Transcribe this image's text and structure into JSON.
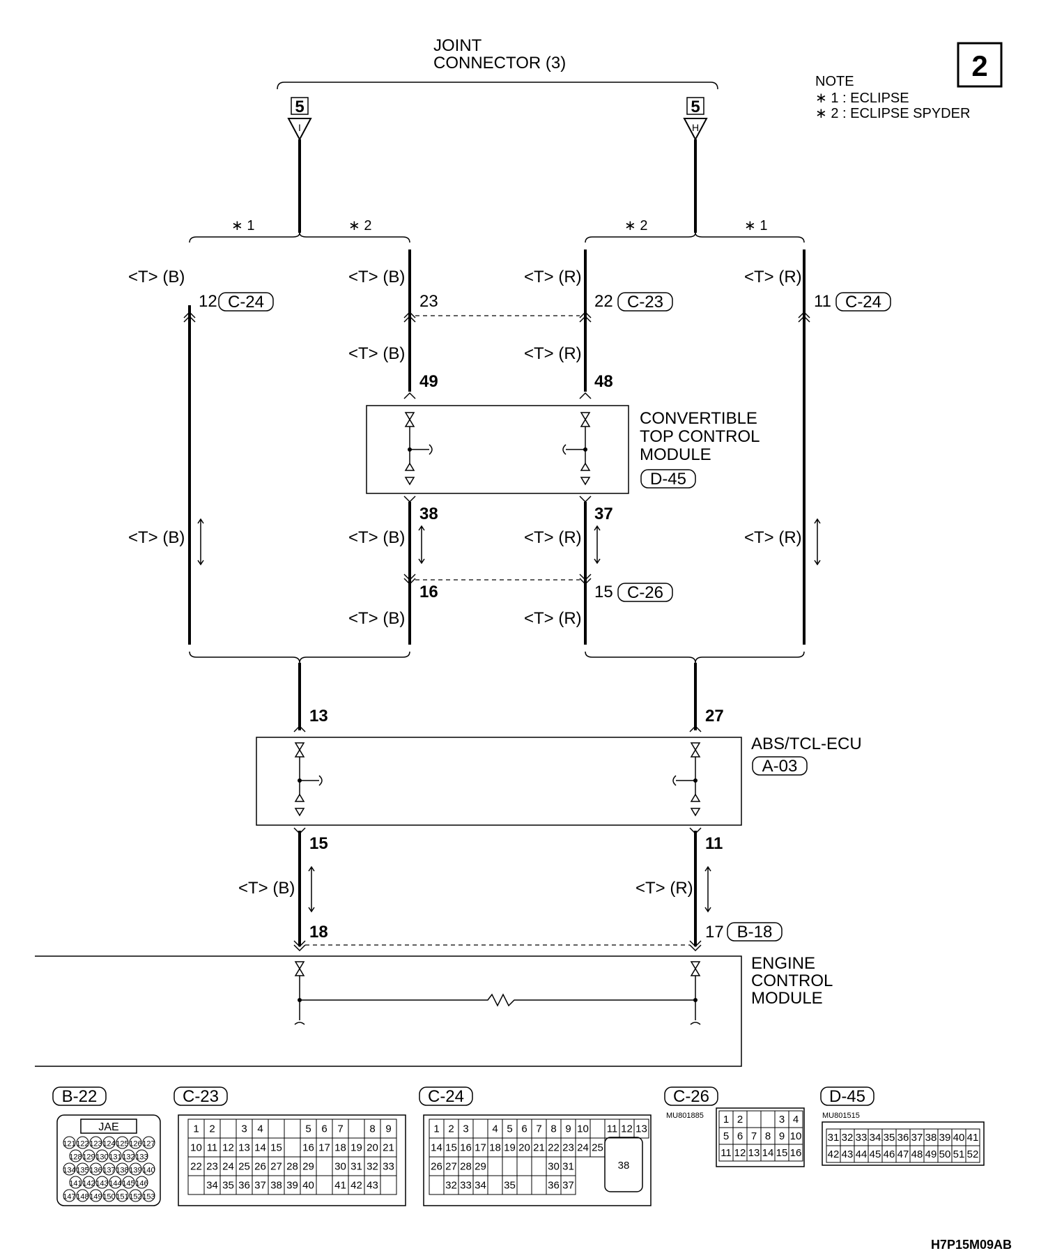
{
  "page_number": "2",
  "note": {
    "title": "NOTE",
    "items": [
      "∗ 1 : ECLIPSE",
      "∗ 2 : ECLIPSE SPYDER"
    ]
  },
  "joint_connector": {
    "line1": "JOINT",
    "line2": "CONNECTOR (3)",
    "left_tag": "5",
    "left_letter": "I",
    "right_tag": "5",
    "right_letter": "H"
  },
  "variants": {
    "star1": "∗ 1",
    "star2": "∗ 2"
  },
  "wire_labels": {
    "tb": "<T> (B)",
    "tr": "<T> (R)"
  },
  "pins": {
    "p12": "12",
    "c24a": "C-24",
    "p23": "23",
    "p22": "22",
    "c23": "C-23",
    "p11": "11",
    "c24b": "C-24",
    "p49": "49",
    "p48": "48",
    "p38": "38",
    "p37": "37",
    "p16": "16",
    "p15": "15",
    "c26": "C-26",
    "p13": "13",
    "p27": "27",
    "p15b": "15",
    "p11b": "11",
    "p18": "18",
    "p17": "17",
    "b18": "B-18"
  },
  "modules": {
    "ctcm": {
      "line1": "CONVERTIBLE",
      "line2": "TOP CONTROL",
      "line3": "MODULE",
      "conn": "D-45"
    },
    "abs": {
      "line1": "ABS/TCL-ECU",
      "conn": "A-03"
    },
    "ecm": {
      "line1": "ENGINE",
      "line2": "CONTROL",
      "line3": "MODULE"
    }
  },
  "connectors": {
    "b22": {
      "label": "B-22",
      "maker": "JAE",
      "rows": [
        [
          "121",
          "122",
          "123",
          "124",
          "125",
          "126",
          "127"
        ],
        [
          "128",
          "129",
          "130",
          "131",
          "132",
          "133"
        ],
        [
          "134",
          "135",
          "136",
          "137",
          "138",
          "139",
          "140"
        ],
        [
          "141",
          "142",
          "143",
          "144",
          "145",
          "146"
        ],
        [
          "147",
          "148",
          "149",
          "150",
          "151",
          "152",
          "153"
        ]
      ]
    },
    "c23": {
      "label": "C-23",
      "rows": [
        [
          "1",
          "2",
          "",
          "3",
          "4",
          "",
          "",
          "5",
          "6",
          "7",
          "",
          "8",
          "9"
        ],
        [
          "10",
          "11",
          "12",
          "13",
          "14",
          "15",
          "",
          "16",
          "17",
          "18",
          "19",
          "20",
          "21"
        ],
        [
          "22",
          "23",
          "24",
          "25",
          "26",
          "27",
          "28",
          "29",
          "",
          "30",
          "31",
          "32",
          "33"
        ],
        [
          "",
          "34",
          "35",
          "36",
          "37",
          "38",
          "39",
          "40",
          "",
          "41",
          "42",
          "43",
          ""
        ]
      ]
    },
    "c24": {
      "label": "C-24",
      "rows": [
        [
          "1",
          "2",
          "3",
          "",
          "4",
          "5",
          "6",
          "7",
          "8",
          "9",
          "10",
          "",
          "11",
          "12",
          "13"
        ],
        [
          "14",
          "15",
          "16",
          "17",
          "18",
          "19",
          "20",
          "21",
          "22",
          "23",
          "24",
          "25"
        ],
        [
          "26",
          "27",
          "28",
          "29",
          "",
          "",
          "",
          "",
          "30",
          "31"
        ],
        [
          "",
          "32",
          "33",
          "34",
          "",
          "35",
          "",
          "",
          "36",
          "37"
        ]
      ],
      "big": "38"
    },
    "c26": {
      "label": "C-26",
      "part": "MU801885",
      "rows": [
        [
          "1",
          "2",
          "",
          "",
          "3",
          "4"
        ],
        [
          "5",
          "6",
          "7",
          "8",
          "9",
          "10"
        ],
        [
          "11",
          "12",
          "13",
          "14",
          "15",
          "16"
        ]
      ]
    },
    "d45": {
      "label": "D-45",
      "part": "MU801515",
      "rows": [
        [
          "31",
          "32",
          "33",
          "34",
          "35",
          "36",
          "37",
          "38",
          "39",
          "40",
          "41"
        ],
        [
          "42",
          "43",
          "44",
          "45",
          "46",
          "47",
          "48",
          "49",
          "50",
          "51",
          "52"
        ]
      ]
    }
  },
  "footer_code": "H7P15M09AB"
}
